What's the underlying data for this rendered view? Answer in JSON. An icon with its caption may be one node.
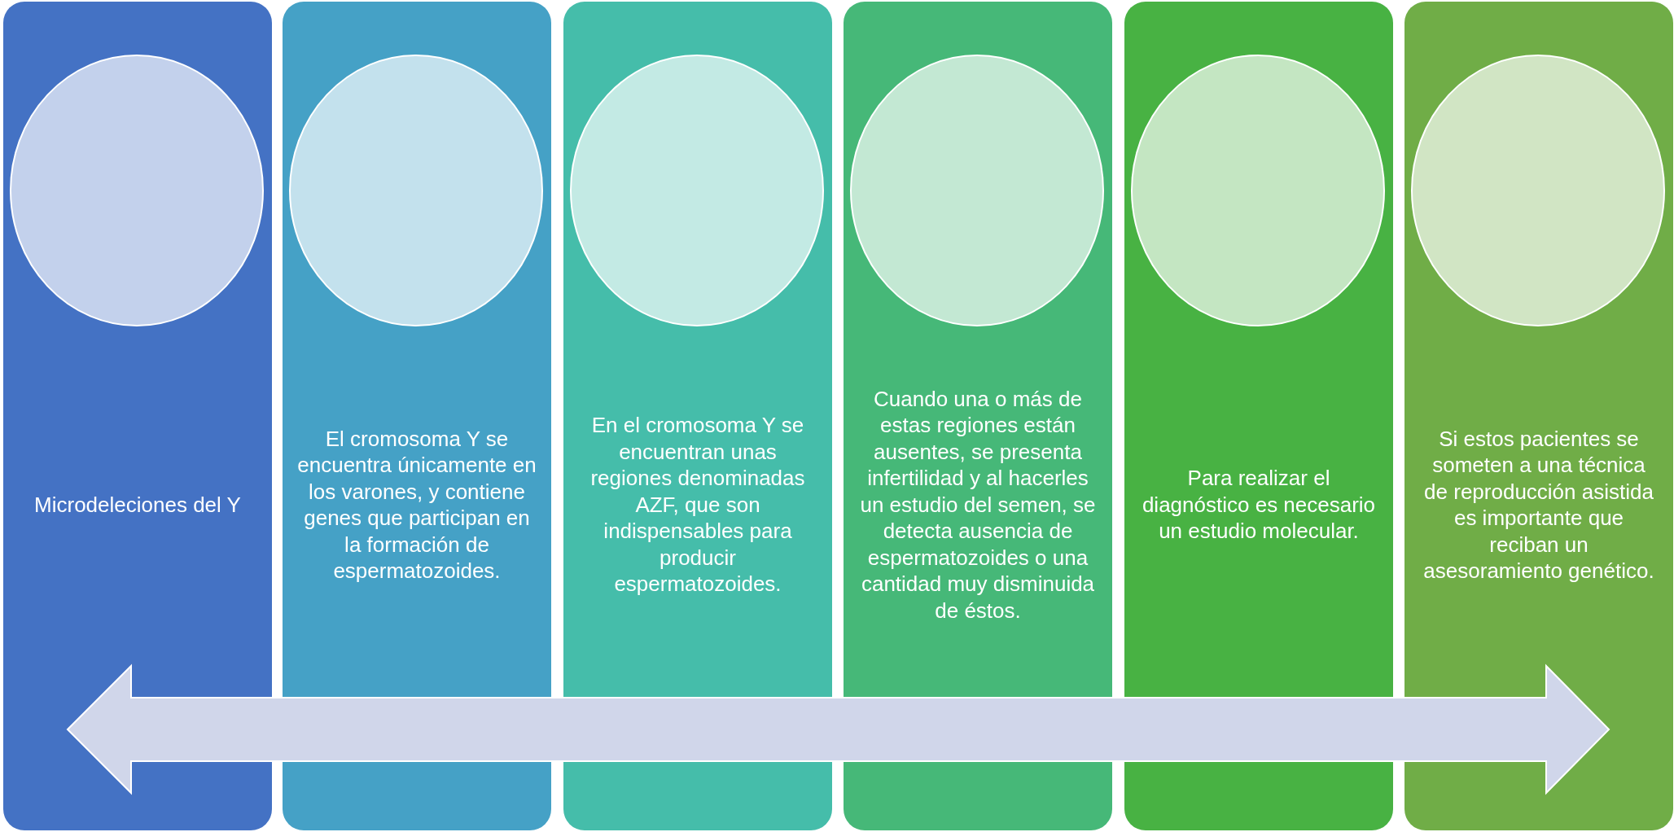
{
  "diagram": {
    "nodes": [
      {
        "text": [
          "Microdeleciones del Y"
        ]
      },
      {
        "text": [],
        "shape": "circle",
        "in": 0
      },
      {
        "text": [
          "El cromosoma Y se encuentra únicamente en los varones, y contiene genes que participan en la formación de espermatozoides."
        ]
      },
      {
        "text": [],
        "shape": "circle",
        "in": 2
      },
      {
        "text": [
          "En el cromosoma Y se encuentran unas regiones denominadas AZF, que son indispensables para producir espermatozoides."
        ]
      },
      {
        "text": [],
        "shape": "circle",
        "in": 4
      },
      {
        "text": [
          "Cuando una o más de estas regiones están ausentes, se presenta infertilidad y al hacerles un estudio del semen, se detecta ausencia de espermatozoides o una cantidad muy disminuida de éstos."
        ]
      },
      {
        "text": [],
        "shape": "circle",
        "in": 6
      },
      {
        "text": [
          "Para realizar el diagnóstico es necesario un estudio molecular."
        ]
      },
      {
        "text": [],
        "shape": "circle",
        "in": 8
      },
      {
        "text": [
          "Si estos pacientes se someten a una técnica de reproducción asistida es importante que reciban un asesoramiento genético."
        ]
      },
      {
        "text": [],
        "shape": "circle",
        "in": 10
      }
    ],
    "edges": []
  }
}
